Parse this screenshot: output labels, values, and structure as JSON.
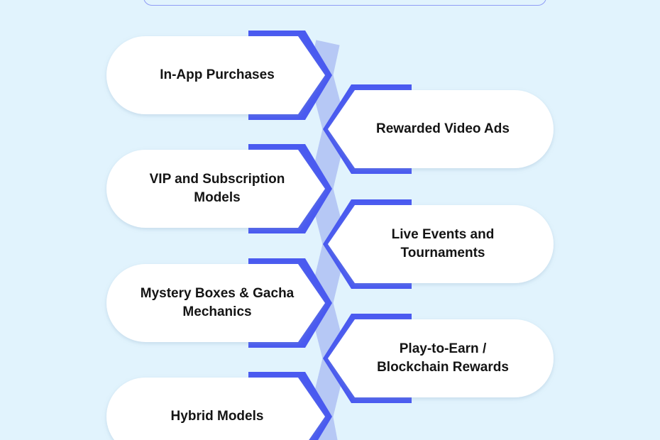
{
  "items": [
    {
      "label": "In-App Purchases",
      "side": "left"
    },
    {
      "label": "Rewarded Video Ads",
      "side": "right"
    },
    {
      "label": "VIP and Subscription Models",
      "side": "left"
    },
    {
      "label": "Live Events and Tournaments",
      "side": "right"
    },
    {
      "label": "Mystery Boxes & Gacha Mechanics",
      "side": "left"
    },
    {
      "label": "Play-to-Earn / Blockchain Rewards",
      "side": "right"
    },
    {
      "label": "Hybrid Models",
      "side": "left"
    }
  ],
  "colors": {
    "background": "#e1f3fd",
    "accent": "#4a5af0",
    "connector": "#b6c8f5",
    "pill": "#ffffff"
  }
}
